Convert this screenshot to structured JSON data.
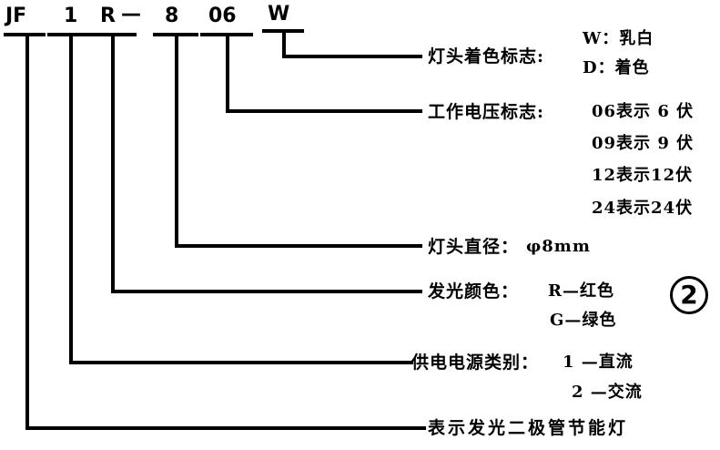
{
  "model_code": {
    "segments": [
      {
        "id": "series",
        "text": "JF"
      },
      {
        "id": "power",
        "text": "1"
      },
      {
        "id": "color",
        "text": "R"
      },
      {
        "id": "dash",
        "text": "—"
      },
      {
        "id": "diameter",
        "text": "8"
      },
      {
        "id": "voltage",
        "text": "06"
      },
      {
        "id": "cap_color",
        "text": "W"
      }
    ]
  },
  "labels": {
    "cap_color": {
      "title": "灯头着色标志:",
      "options": [
        "W：乳白",
        "D：着色"
      ]
    },
    "voltage": {
      "title": "工作电压标志:",
      "options": [
        "06表示 6 伏",
        "09表示 9 伏",
        "12表示12伏",
        "24表示24伏"
      ]
    },
    "diameter": {
      "title": "灯头直径：",
      "value": "φ8mm"
    },
    "color": {
      "title": "发光颜色：",
      "options": [
        "R—红色",
        "G—绿色"
      ]
    },
    "power": {
      "title": "供电电源类别：",
      "options": [
        "1 —直流",
        "2 —交流"
      ]
    },
    "series": {
      "title": "表示发光二极管节能灯"
    }
  },
  "figure_number": "2"
}
